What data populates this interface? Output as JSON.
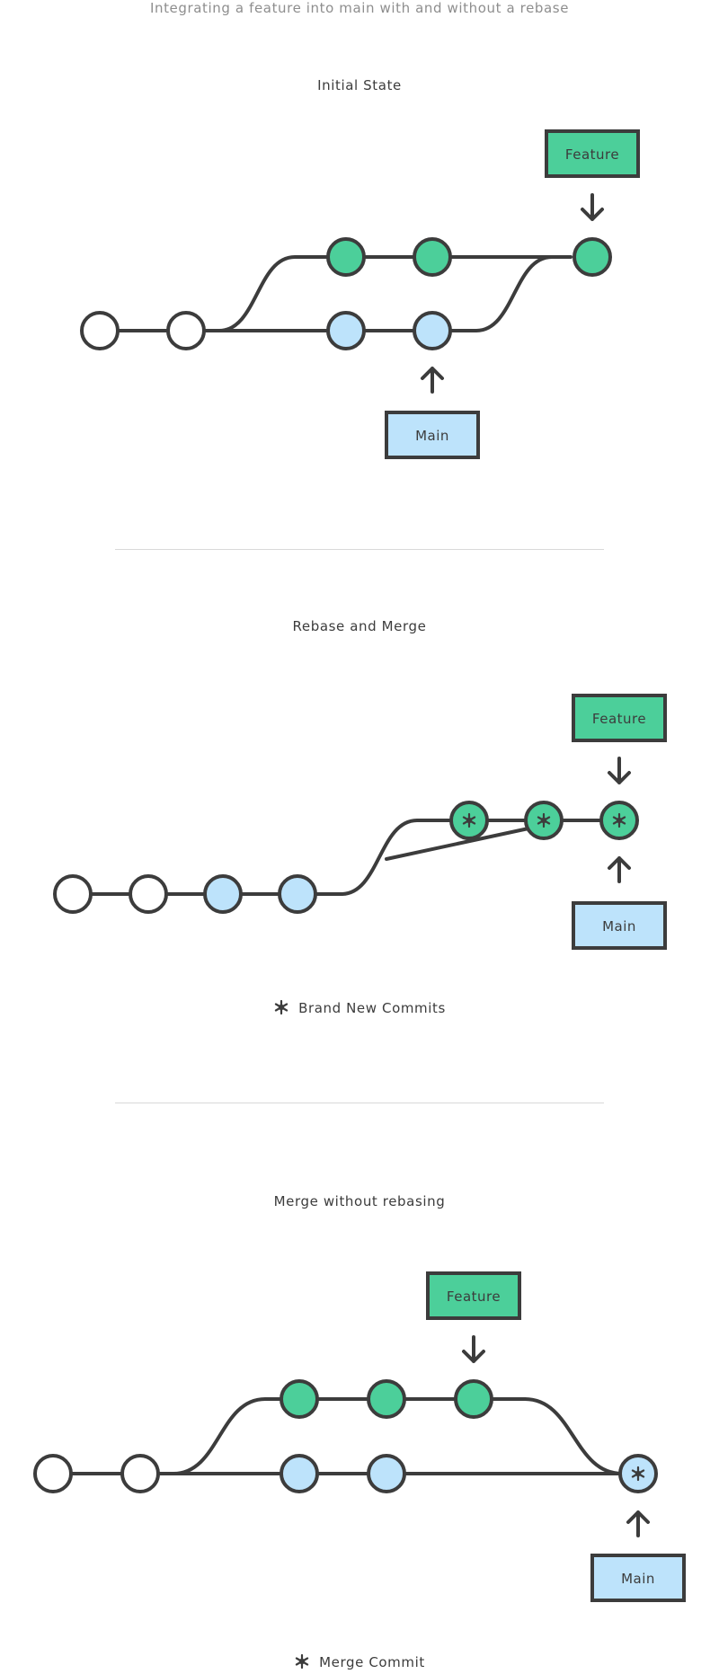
{
  "subtitle": "Integrating a feature into main with and without a rebase",
  "colors": {
    "stroke": "#3c3c3c",
    "feature": "#4ccf9a",
    "main": "#bde3fb",
    "plain": "#ffffff",
    "divider": "#d9d9d9"
  },
  "sections": {
    "initial": {
      "title": "Initial State",
      "feature_label": "Feature",
      "main_label": "Main"
    },
    "rebase": {
      "title": "Rebase and Merge",
      "feature_label": "Feature",
      "main_label": "Main",
      "legend": "Brand New Commits",
      "legend_icon": "asterisk-icon"
    },
    "merge": {
      "title": "Merge without rebasing",
      "feature_label": "Feature",
      "main_label": "Main",
      "legend": "Merge Commit",
      "legend_icon": "asterisk-icon"
    }
  }
}
